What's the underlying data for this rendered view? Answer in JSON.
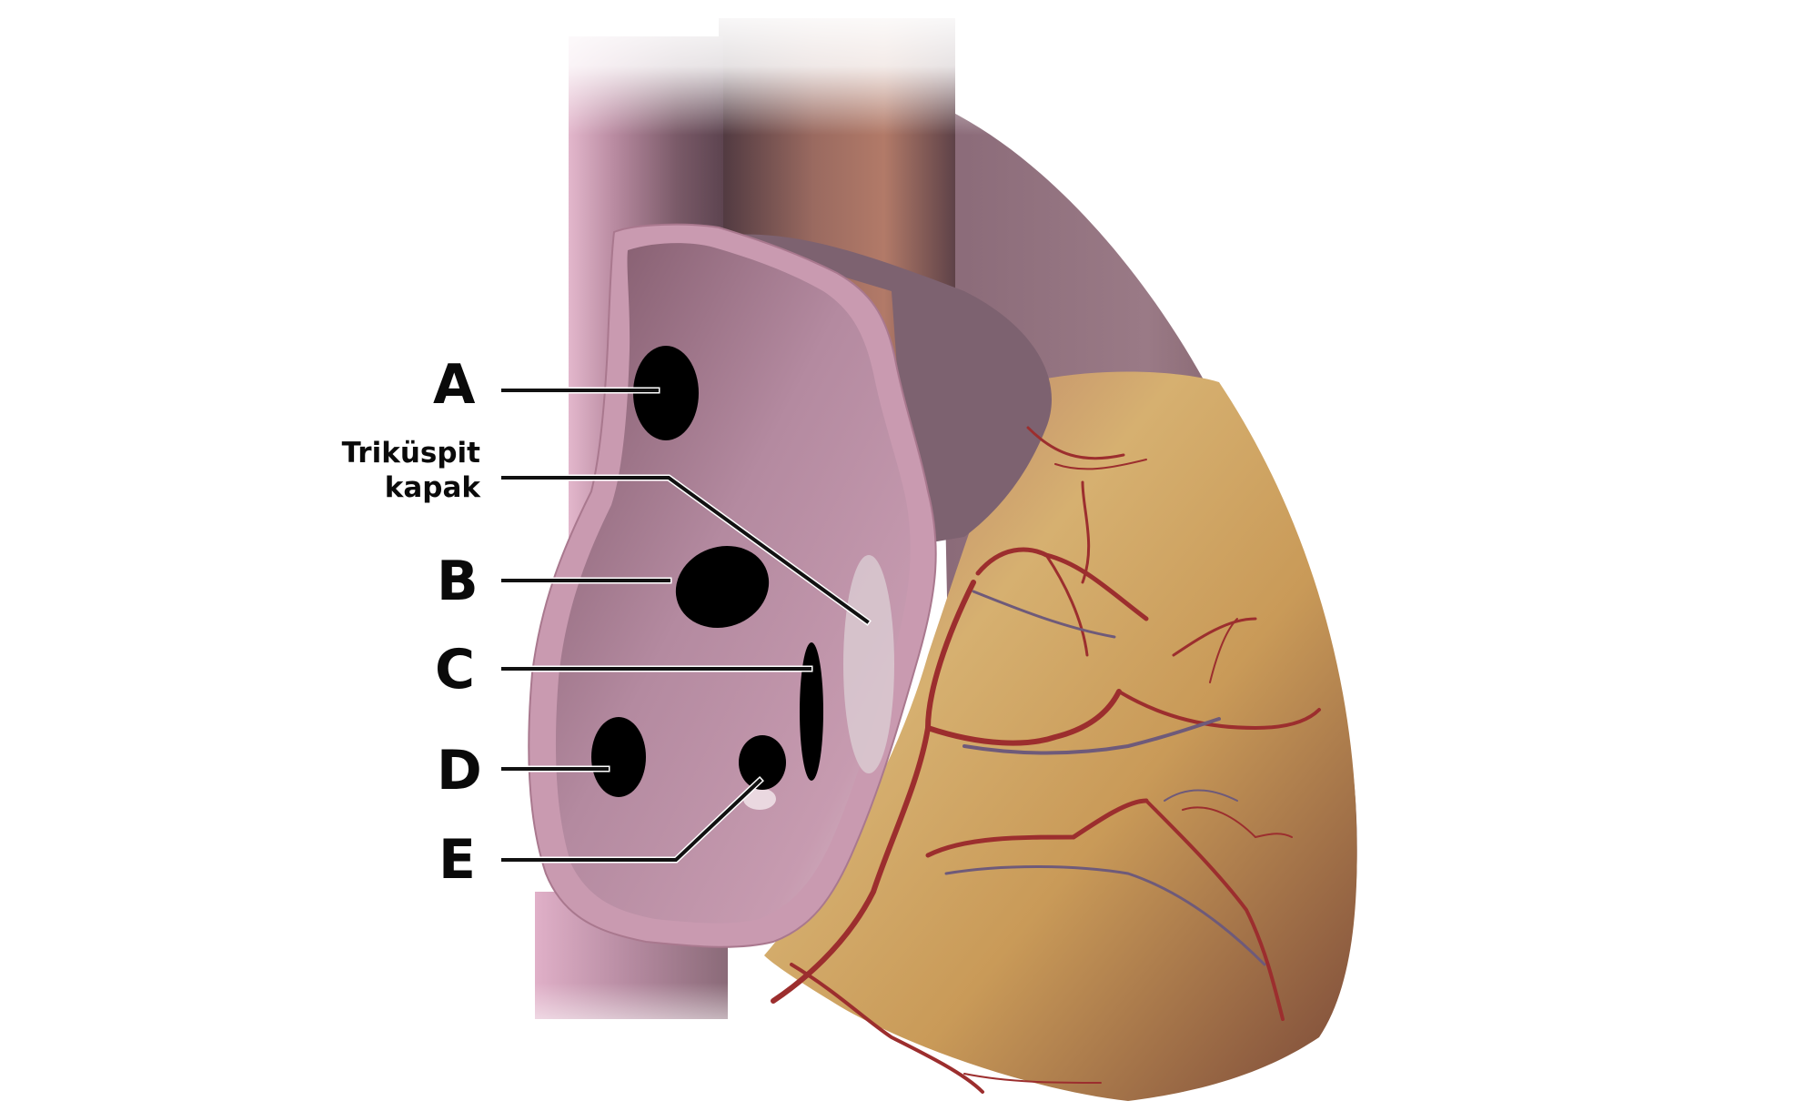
{
  "diagram": {
    "subject": "Heart anatomy – opened right atrium (anterior view)",
    "colors": {
      "background": "#ffffff",
      "atrium_wall": "#c99ab0",
      "atrium_interior": "#a97a92",
      "vena_cava": "#b98aa0",
      "ventricle": "#c9a060",
      "coronary_artery": "#9c2e2e",
      "coronary_vein": "#6e5a7a",
      "marker": "#000000",
      "leader_line": "#111111"
    },
    "labels": [
      {
        "id": "A",
        "text": "A"
      },
      {
        "id": "tricuspid",
        "text_line1": "Triküspit",
        "text_line2": "kapak"
      },
      {
        "id": "B",
        "text": "B"
      },
      {
        "id": "C",
        "text": "C"
      },
      {
        "id": "D",
        "text": "D"
      },
      {
        "id": "E",
        "text": "E"
      }
    ]
  }
}
